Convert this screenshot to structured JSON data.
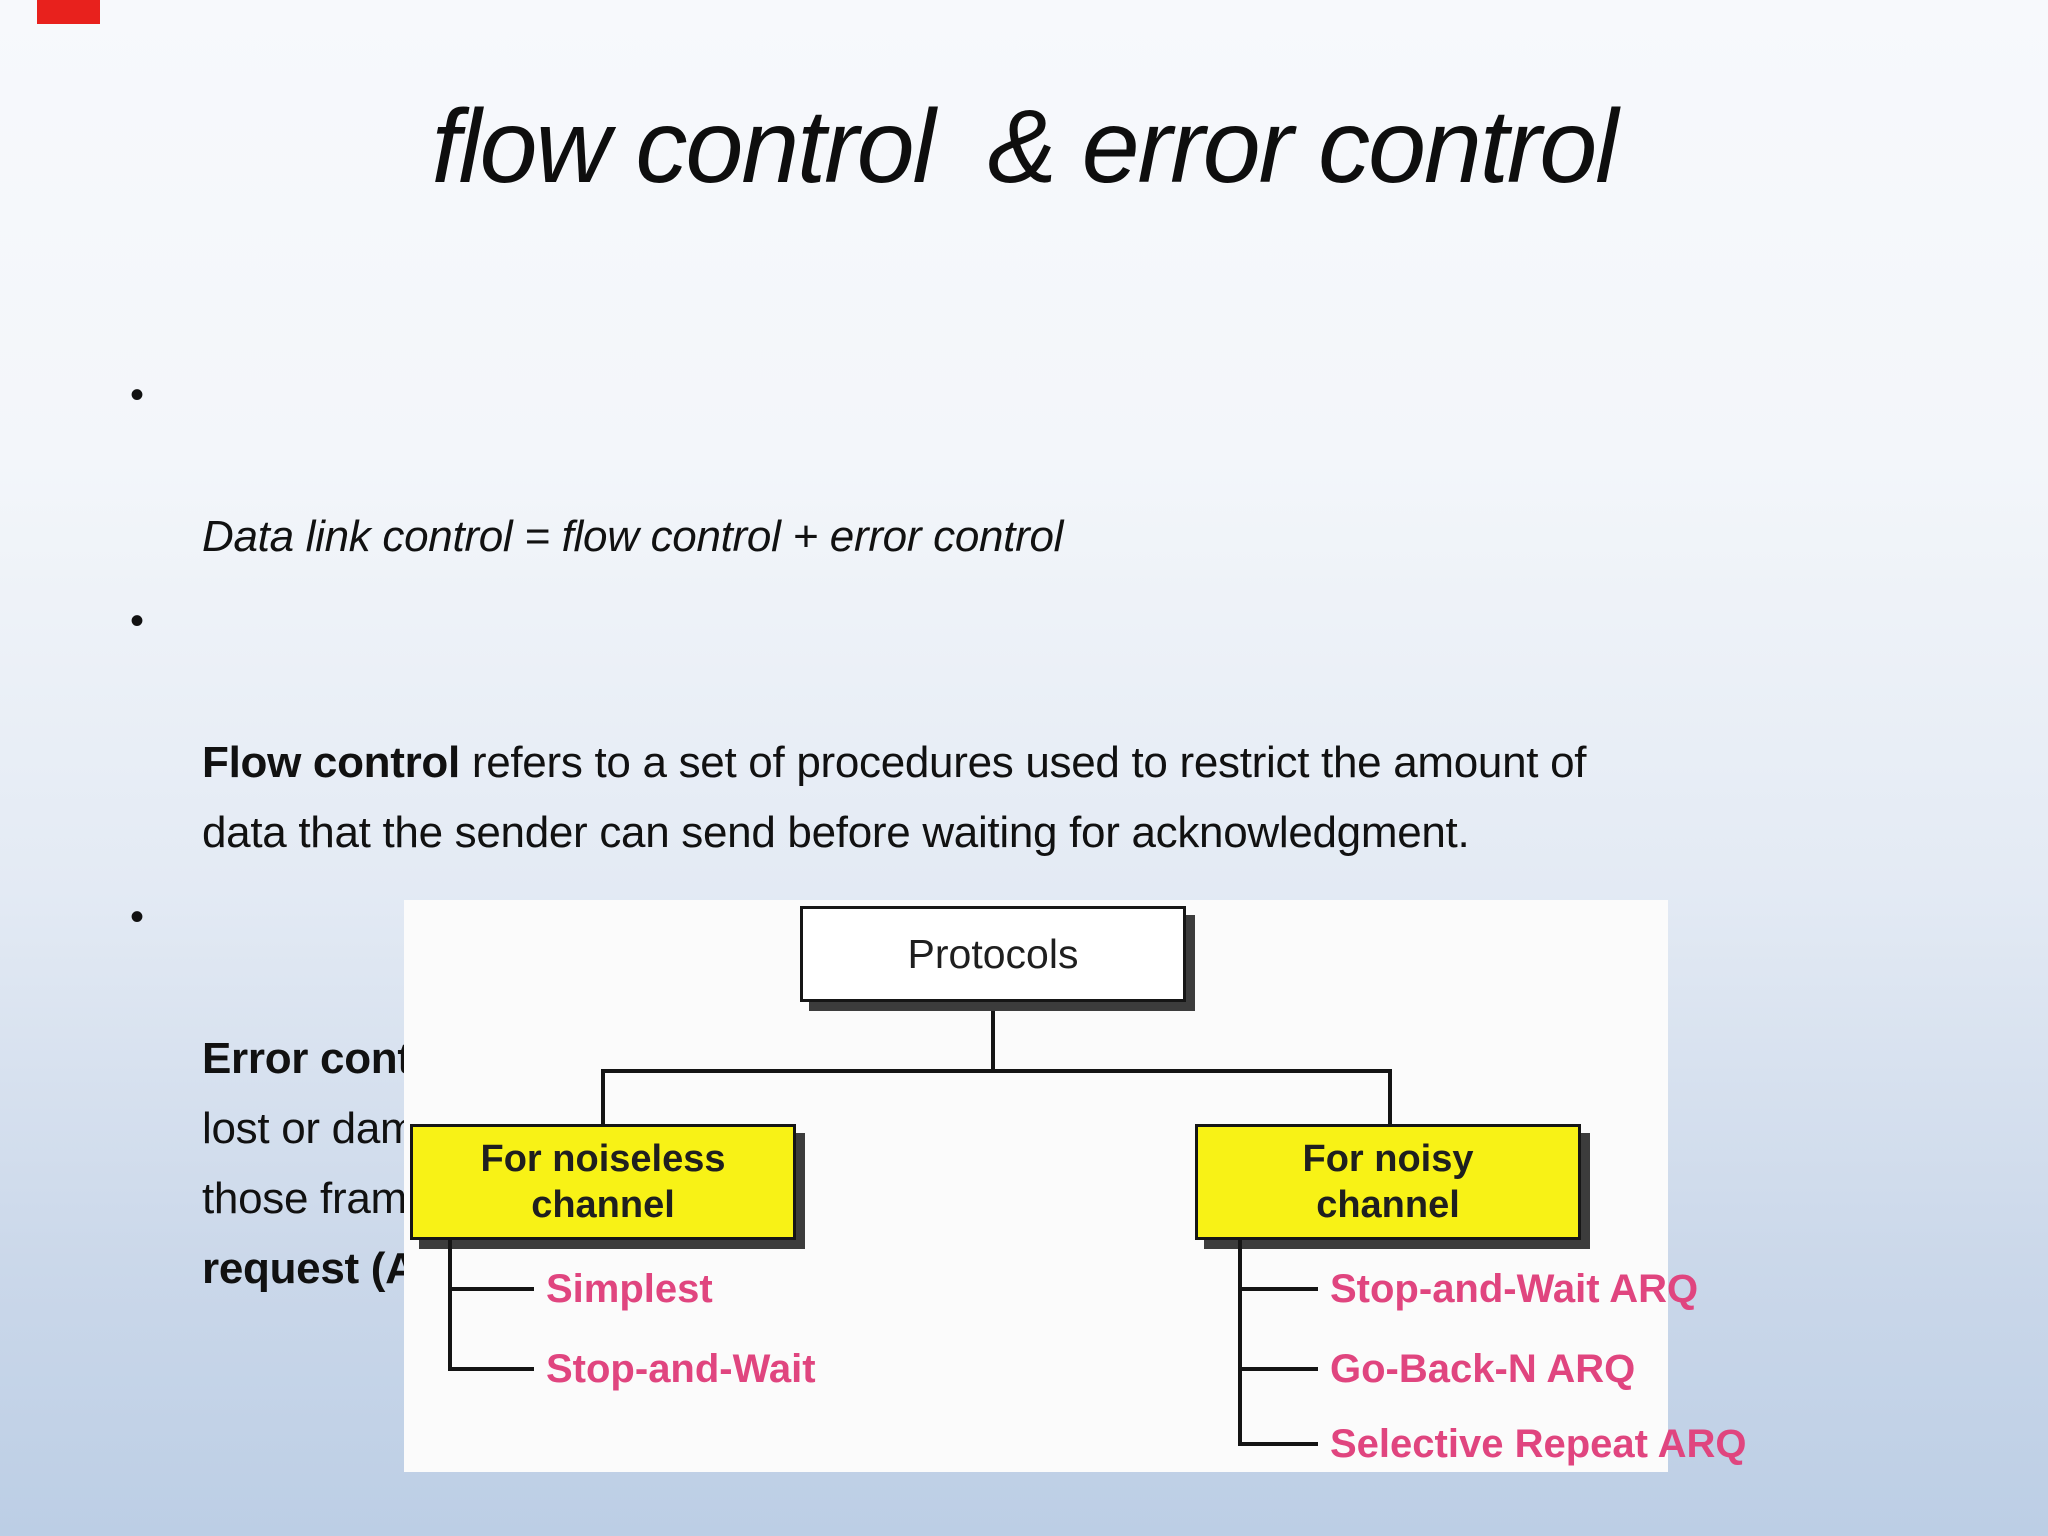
{
  "slide": {
    "title": "flow control  & error control",
    "bullets": {
      "b1": {
        "text": "Data link control = flow control + error control"
      },
      "b2": {
        "bold": "Flow control",
        "rest": " refers to a set of procedures used to restrict the amount of\ndata that the sender can send before waiting for acknowledgment."
      },
      "b3": {
        "bold": "Error control :",
        "mid": " It allows the receiver to inform the sender of any frames\nlost or damaged in transmission and coordinates the retransmission of\nthose frames by the sender. This process is called ",
        "bold_tail": "automatic repeat\nrequest (ARQ)."
      }
    }
  },
  "glyphs": {
    "bullet": "•"
  },
  "diagram": {
    "root_label": "Protocols",
    "noiseless": {
      "label": "For noiseless\nchannel",
      "children": [
        "Simplest",
        "Stop-and-Wait"
      ]
    },
    "noisy": {
      "label": "For noisy\nchannel",
      "children": [
        "Stop-and-Wait ARQ",
        "Go-Back-N ARQ",
        "Selective Repeat ARQ"
      ]
    },
    "colors": {
      "branch_box_fill": "#f8f216",
      "root_box_fill": "#ffffff",
      "leaf_text": "#e0457f",
      "line": "#141414",
      "figure_background": "#fbfbfb"
    }
  }
}
